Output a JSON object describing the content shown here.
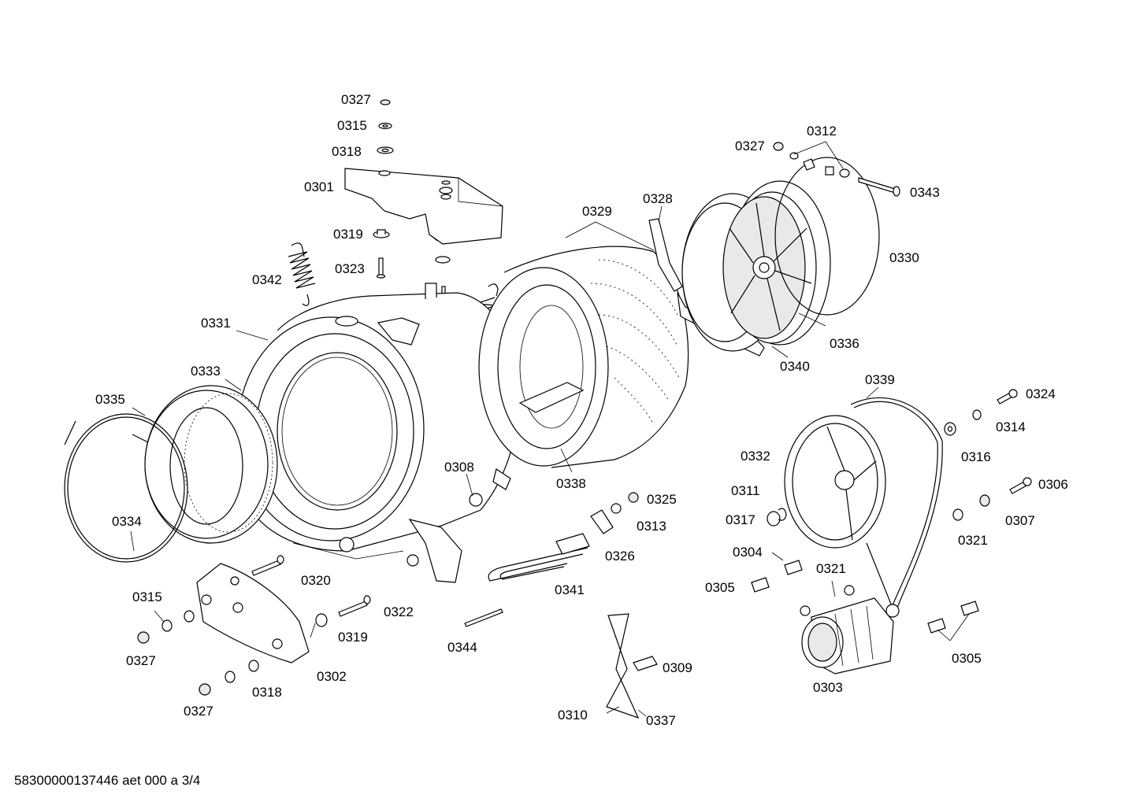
{
  "labels": {
    "l01": "0327",
    "l02": "0315",
    "l03": "0318",
    "l04": "0301",
    "l05": "0319",
    "l06": "0323",
    "l07": "0342",
    "l08": "0331",
    "l09": "0333",
    "l10": "0335",
    "l11": "0334",
    "l12": "0329",
    "l13": "0328",
    "l14": "0327",
    "l15": "0312",
    "l16": "0343",
    "l17": "0330",
    "l18": "0336",
    "l19": "0340",
    "l20": "0338",
    "l21": "0308",
    "l22": "0339",
    "l23": "0324",
    "l24": "0314",
    "l25": "0316",
    "l26": "0332",
    "l27": "0311",
    "l28": "0317",
    "l29": "0306",
    "l30": "0307",
    "l31": "0321",
    "l32": "0325",
    "l33": "0313",
    "l34": "0326",
    "l35": "0304",
    "l36": "0305",
    "l37": "0321",
    "l38": "0320",
    "l39": "0341",
    "l40": "0322",
    "l41": "0319",
    "l42": "0315",
    "l43": "0327",
    "l44": "0302",
    "l45": "0318",
    "l46": "0327",
    "l47": "0344",
    "l48": "0309",
    "l49": "0310",
    "l50": "0337",
    "l51": "0303",
    "l52": "0305"
  },
  "footer": "58300000137446 aet 000 a 3/4"
}
